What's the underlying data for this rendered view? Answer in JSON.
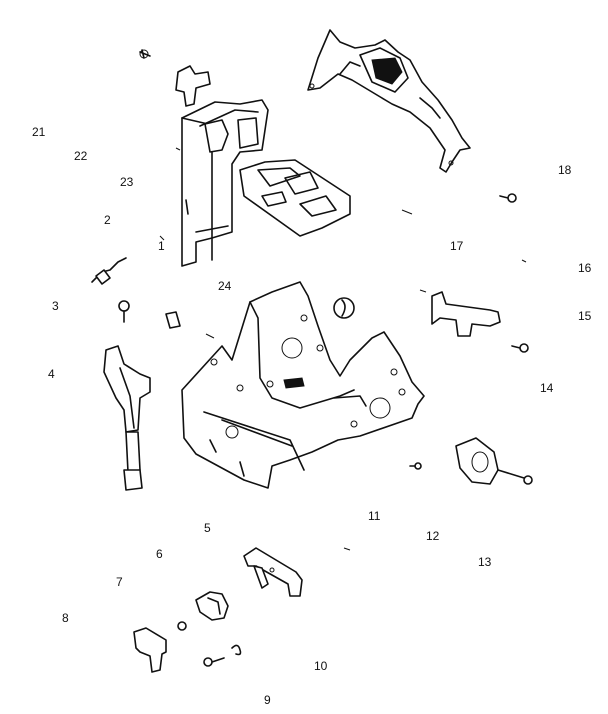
{
  "diagram": {
    "labels": {
      "l1": "1",
      "l2": "2",
      "l3": "3",
      "l4": "4",
      "l5": "5",
      "l6": "6",
      "l7": "7",
      "l8": "8",
      "l9": "9",
      "l10": "10",
      "l11": "11",
      "l12": "12",
      "l13": "13",
      "l14": "14",
      "l15": "15",
      "l16": "16",
      "l17": "17",
      "l18": "18",
      "l21": "21",
      "l22": "22",
      "l23": "23",
      "l24": "24"
    }
  }
}
